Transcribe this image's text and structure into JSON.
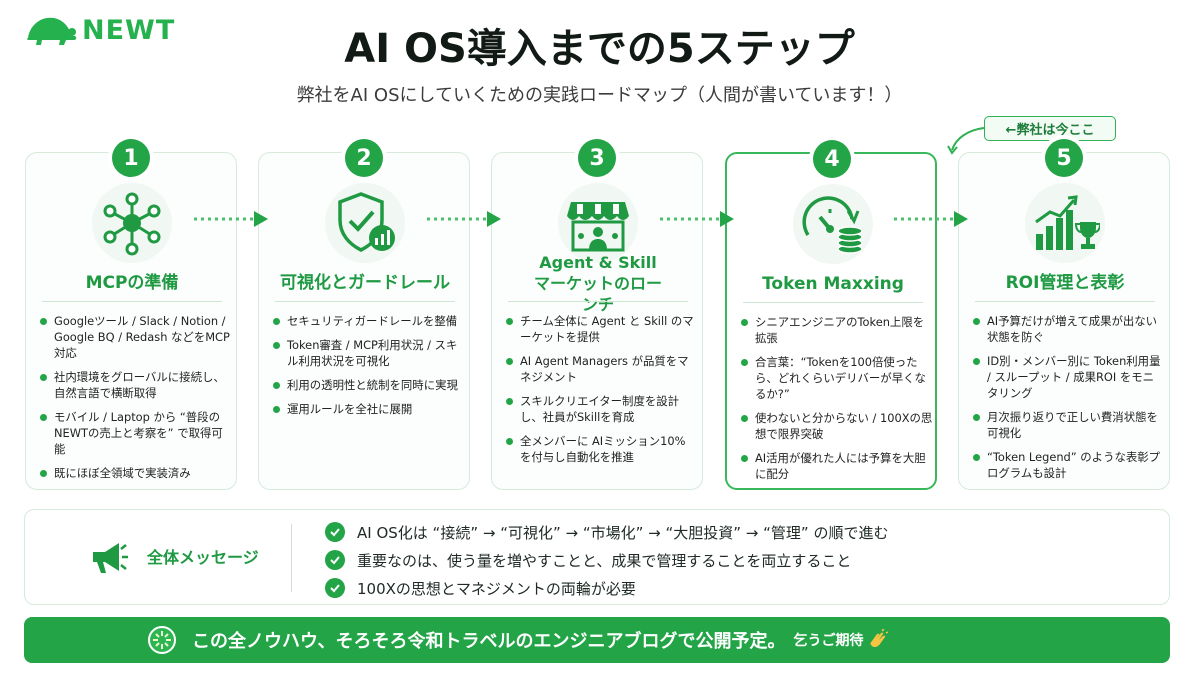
{
  "brand": {
    "name": "NEWT",
    "color": "#26b14f"
  },
  "header": {
    "title": "AI OS導入までの5ステップ",
    "subtitle": "弊社をAI OSにしていくための実践ロードマップ（人間が書いています！）"
  },
  "current_badge": "←弊社は今ここ",
  "steps": [
    {
      "number": "1",
      "icon": "network-hub-icon",
      "title": "MCPの準備",
      "bullets": [
        "Googleツール / Slack / Notion / Google BQ / Redash などをMCP対応",
        "社内環境をグローバルに接続し、自然言語で横断取得",
        "モバイル / Laptop から “普段のNEWTの売上と考察を” で取得可能",
        "既にほぼ全領域で実装済み"
      ]
    },
    {
      "number": "2",
      "icon": "shield-check-icon",
      "title": "可視化とガードレール",
      "bullets": [
        "セキュリティガードレールを整備",
        "Token審査 / MCP利用状況 / スキル利用状況を可視化",
        "利用の透明性と統制を同時に実現",
        "運用ルールを全社に展開"
      ]
    },
    {
      "number": "3",
      "icon": "storefront-icon",
      "title": "Agent & Skill マーケットのローンチ",
      "bullets": [
        "チーム全体に Agent と Skill のマーケットを提供",
        "AI Agent Managers が品質をマネジメント",
        "スキルクリエイター制度を設計し、社員がSkillを育成",
        "全メンバーに AIミッション10% を付与し自動化を推進"
      ]
    },
    {
      "number": "4",
      "icon": "gauge-coins-icon",
      "title": "Token Maxxing",
      "bullets": [
        "シニアエンジニアのToken上限を拡張",
        "合言葉：“Tokenを100倍使ったら、どれくらいデリバーが早くなるか?”",
        "使わないと分からない / 100Xの思想で限界突破",
        "AI活用が優れた人には予算を大胆に配分"
      ]
    },
    {
      "number": "5",
      "icon": "chart-trophy-icon",
      "title": "ROI管理と表彰",
      "bullets": [
        "AI予算だけが増えて成果が出ない状態を防ぐ",
        "ID別・メンバー別に Token利用量 / スループット / 成果ROI をモニタリング",
        "月次振り返りで正しい費消状態を可視化",
        "“Token Legend” のような表彰プログラムも設計"
      ]
    }
  ],
  "message": {
    "label": "全体メッセージ",
    "items": [
      "AI OS化は “接続” → “可視化” → “市場化” → “大胆投資” → “管理” の順で進む",
      "重要なのは、使う量を増やすことと、成果で管理することを両立すること",
      "100Xの思想とマネジメントの両輪が必要"
    ]
  },
  "banner": {
    "text": "この全ノウハウ、そろそろ令和トラベルのエンジニアブログで公開予定。",
    "suffix": "乞うご期待"
  },
  "colors": {
    "accent": "#22a447",
    "accent_dark": "#1f9a43",
    "border": "#d7eadb"
  }
}
